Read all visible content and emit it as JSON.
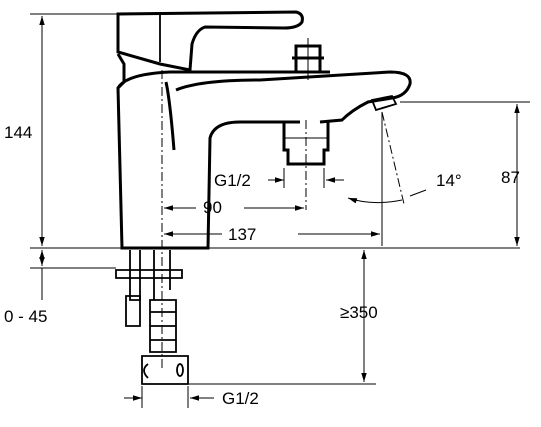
{
  "dimensions": {
    "overall_height": "144",
    "spout_height": "87",
    "thread_top": "G1/2",
    "thread_bottom": "G1/2",
    "center_distance": "90",
    "spout_reach": "137",
    "spout_angle": "14°",
    "deck_thickness": "0 - 45",
    "min_hose_length": "≥350"
  },
  "colors": {
    "line": "#000000",
    "background": "#ffffff"
  }
}
